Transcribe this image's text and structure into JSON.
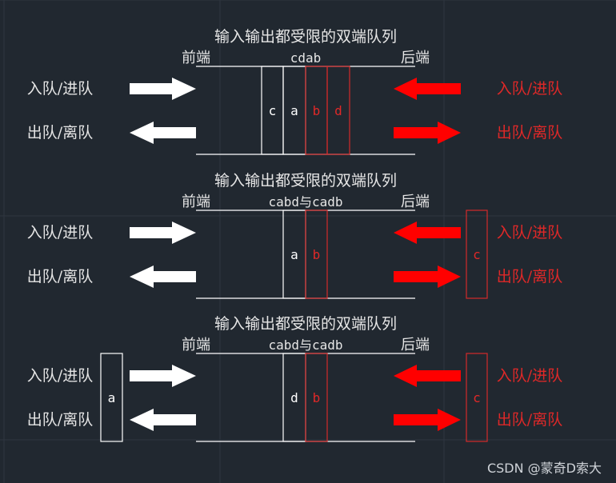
{
  "colors": {
    "background": "#212830",
    "grid": "#2e3640",
    "white": "#ffffff",
    "red": "#ff0000",
    "cell_red": "#d42a2a",
    "text_light": "#e6e6e6",
    "text_red": "#e02828"
  },
  "panels": [
    {
      "title": "输入输出都受限的双端队列",
      "front_label": "前端",
      "rear_label": "后端",
      "sequence": "cdab",
      "left_in": "入队/进队",
      "left_out": "出队/离队",
      "right_in": "入队/进队",
      "right_out": "出队/离队",
      "queue_cells": [
        {
          "label": "c",
          "color": "white"
        },
        {
          "label": "a",
          "color": "white"
        },
        {
          "label": "b",
          "color": "red"
        },
        {
          "label": "d",
          "color": "red"
        }
      ],
      "left_outside": "",
      "right_outside": ""
    },
    {
      "title": "输入输出都受限的双端队列",
      "front_label": "前端",
      "rear_label": "后端",
      "sequence": "cabd与cadb",
      "left_in": "入队/进队",
      "left_out": "出队/离队",
      "right_in": "入队/进队",
      "right_out": "出队/离队",
      "queue_cells": [
        {
          "label": "a",
          "color": "white"
        },
        {
          "label": "b",
          "color": "red"
        }
      ],
      "left_outside": "",
      "right_outside": "c"
    },
    {
      "title": "输入输出都受限的双端队列",
      "front_label": "前端",
      "rear_label": "后端",
      "sequence": "cabd与cadb",
      "left_in": "入队/进队",
      "left_out": "出队/离队",
      "right_in": "入队/进队",
      "right_out": "出队/离队",
      "queue_cells": [
        {
          "label": "d",
          "color": "white"
        },
        {
          "label": "b",
          "color": "red"
        }
      ],
      "left_outside": "a",
      "right_outside": "c"
    }
  ],
  "watermark": "CSDN @蒙奇D索大"
}
